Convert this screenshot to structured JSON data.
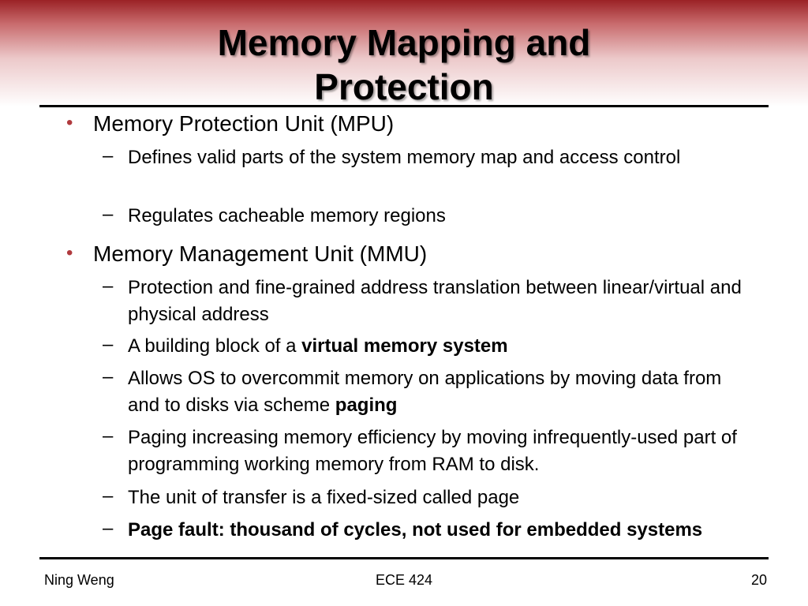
{
  "title": {
    "line1": "Memory Mapping and",
    "line2": "Protection"
  },
  "bullets": [
    {
      "label": "Memory Protection Unit (MPU)",
      "subs": [
        {
          "text": "Defines valid parts of the system memory map and access control"
        },
        {
          "text": "Regulates cacheable memory regions"
        }
      ]
    },
    {
      "label": "Memory Management Unit (MMU)",
      "subs": [
        {
          "text": "Protection and fine-grained address translation between linear/virtual and physical address"
        },
        {
          "prefix": "A building block of a ",
          "bold": "virtual memory system"
        },
        {
          "prefix": "Allows OS to overcommit memory on applications by moving data from and to disks via scheme ",
          "bold": "paging"
        },
        {
          "text": "Paging increasing memory efficiency by moving infrequently-used part of programming working memory from RAM to disk."
        },
        {
          "text": "The unit of transfer is a fixed-sized called page"
        },
        {
          "bold": "Page fault: thousand of cycles, not used for embedded systems"
        }
      ]
    }
  ],
  "footer": {
    "author": "Ning Weng",
    "course": "ECE 424",
    "page": "20"
  },
  "colors": {
    "header_gradient_top": "#9b2226",
    "bullet_color": "#b03a3e"
  }
}
